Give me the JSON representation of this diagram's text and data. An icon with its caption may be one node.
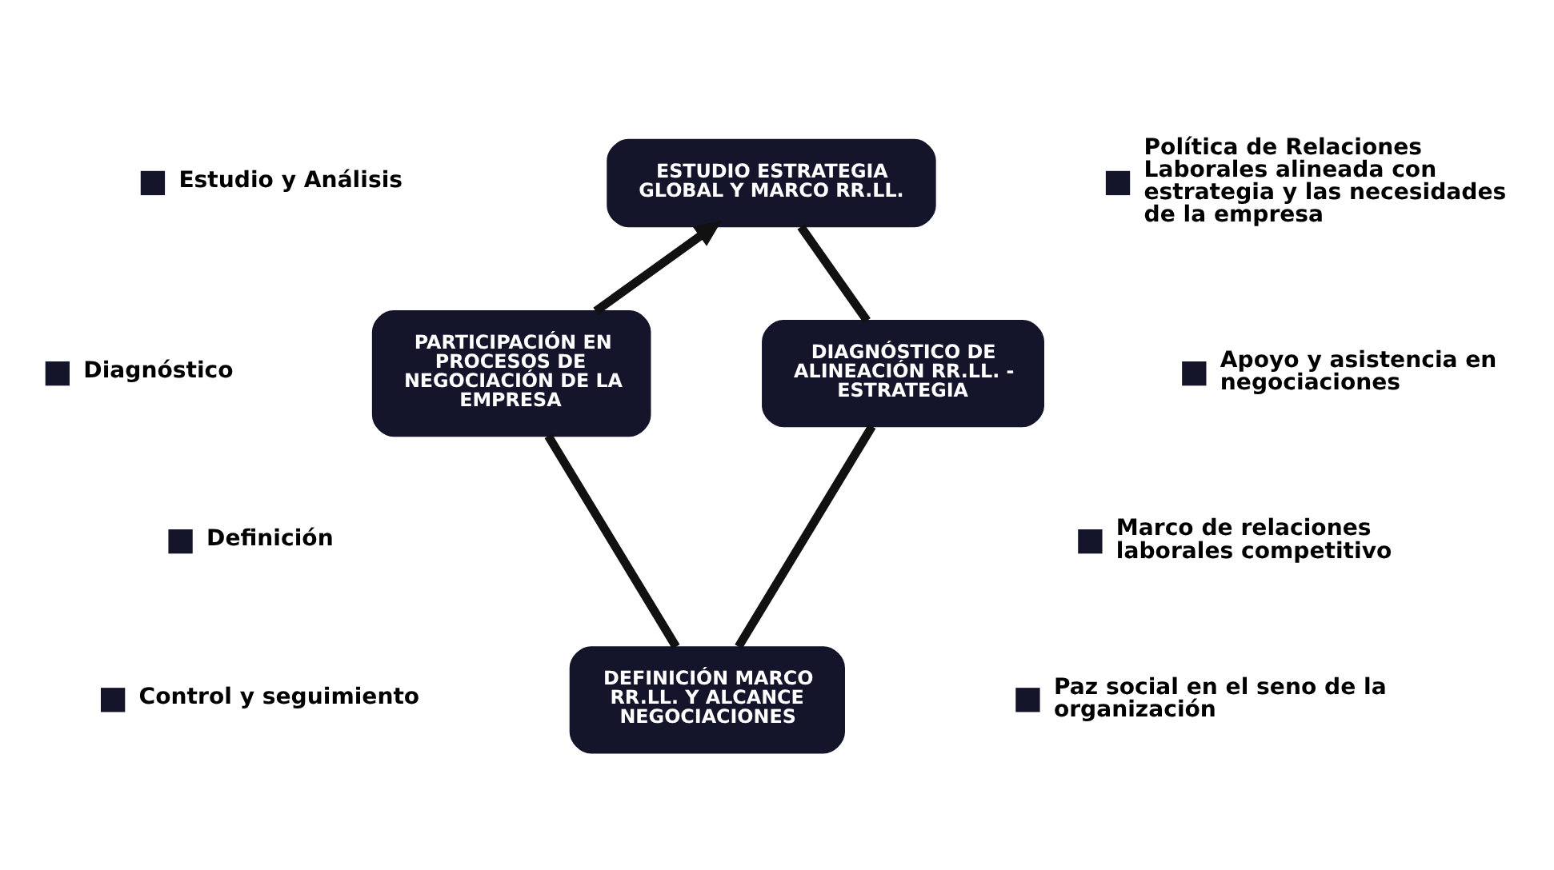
{
  "diagram": {
    "nodes": [
      {
        "text": [
          "ESTUDIO ESTRATEGIA GLOBAL Y MARCO RR.LL."
        ]
      },
      {
        "text": [
          "PARTICIPACIÓN EN PROCESOS DE NEGOCIACIÓN DE LA EMPRESA"
        ]
      },
      {
        "text": [
          "DIAGNÓSTICO DE ALINEACIÓN RR.LL. - ESTRATEGIA"
        ]
      },
      {
        "text": [
          "DEFINICIÓN MARCO RR.LL. Y ALCANCE NEGOCIACIONES"
        ]
      }
    ],
    "edges": [
      {
        "from": 0,
        "to": 2,
        "arrow": "none"
      },
      {
        "from": 2,
        "to": 3,
        "arrow": "none"
      },
      {
        "from": 3,
        "to": 1,
        "arrow": "none"
      },
      {
        "from": 1,
        "to": 0,
        "arrow": "to"
      }
    ],
    "labels": [
      "Estudio y Análisis",
      "Diagnóstico",
      "Definición",
      "Control y seguimiento",
      "Política de Relaciones Laborales alineada con estrategia y las necesidades de la empresa",
      "Apoyo y asistencia en negociaciones",
      "Marco de relaciones laborales competitivo",
      "Paz social en el seno de la organización"
    ]
  }
}
